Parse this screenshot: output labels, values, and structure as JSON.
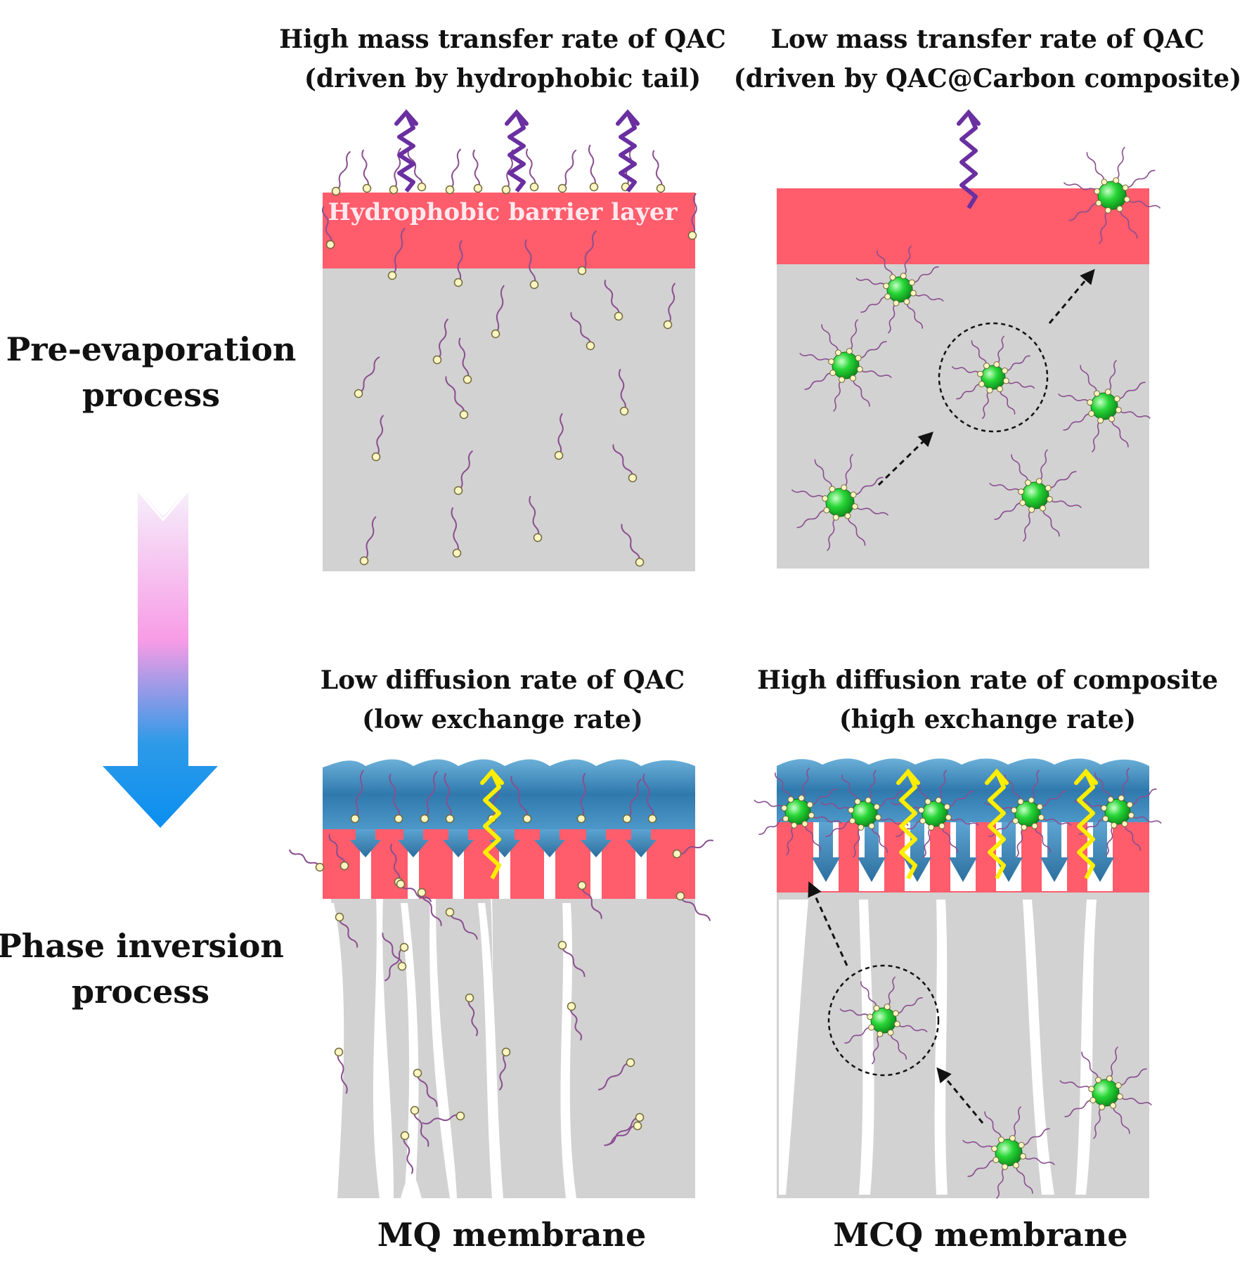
{
  "side_labels": {
    "top_line1": "Pre-evaporation",
    "top_line2": "process",
    "bottom_line1": "Phase inversion",
    "bottom_line2": "process"
  },
  "panels": {
    "top_left": {
      "title_line1": "High mass transfer rate of QAC",
      "title_line2": "(driven by hydrophobic tail)",
      "layer_label": "Hydrophobic barrier layer"
    },
    "top_right": {
      "title_line1": "Low mass transfer rate  of QAC",
      "title_line2": "(driven by QAC@Carbon composite)"
    },
    "bottom_left": {
      "title_line1": "Low diffusion rate of QAC",
      "title_line2": "(low exchange rate)"
    },
    "bottom_right": {
      "title_line1": "High diffusion rate of  composite",
      "title_line2": "(high exchange rate)"
    }
  },
  "membrane_labels": {
    "left": "MQ membrane",
    "right": "MCQ membrane"
  },
  "colors": {
    "barrier": "#ff5c6c",
    "matrix": "#d2d2d2",
    "water": "#3a86b8",
    "tail": "#8a4f8f",
    "head": "#fff6c2",
    "carbon": "#26d135",
    "purple_arrow": "#6a2fa0",
    "yellow_arrow": "#ffee00"
  }
}
